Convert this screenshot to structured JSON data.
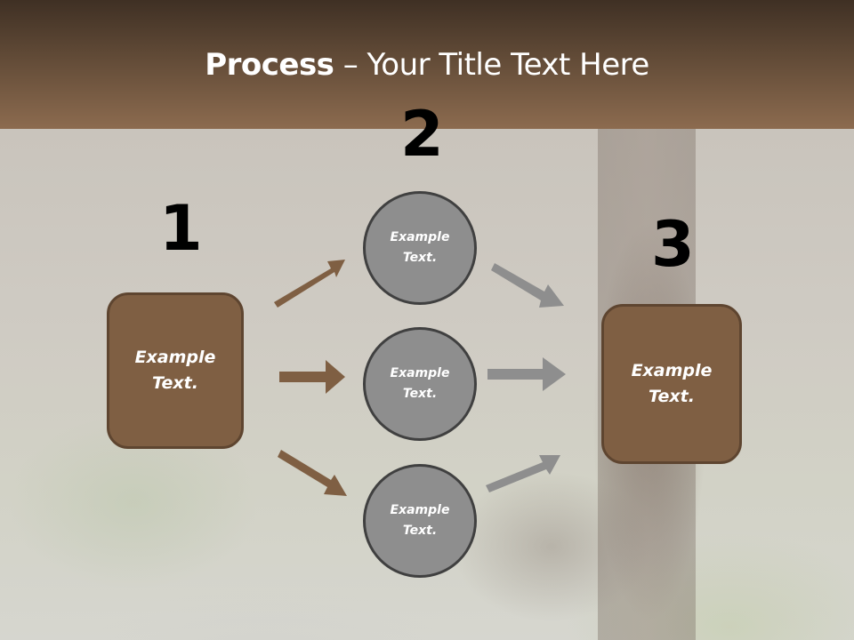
{
  "slide": {
    "title_bold": "Process",
    "title_rest": " – Your Title Text Here",
    "colors": {
      "header_top": "#3f3024",
      "header_bottom": "#8c6b4f",
      "box_fill": "#7f5f43",
      "circle_fill": "#8e8e8e",
      "arrow_brown": "#7f5f43",
      "arrow_gray": "#8e8e8e"
    }
  },
  "steps": [
    {
      "number": "1",
      "label_line1": "Example",
      "label_line2": "Text."
    },
    {
      "number": "2",
      "items": [
        {
          "label_line1": "Example",
          "label_line2": "Text."
        },
        {
          "label_line1": "Example",
          "label_line2": "Text."
        },
        {
          "label_line1": "Example",
          "label_line2": "Text."
        }
      ]
    },
    {
      "number": "3",
      "label_line1": "Example",
      "label_line2": "Text."
    }
  ]
}
